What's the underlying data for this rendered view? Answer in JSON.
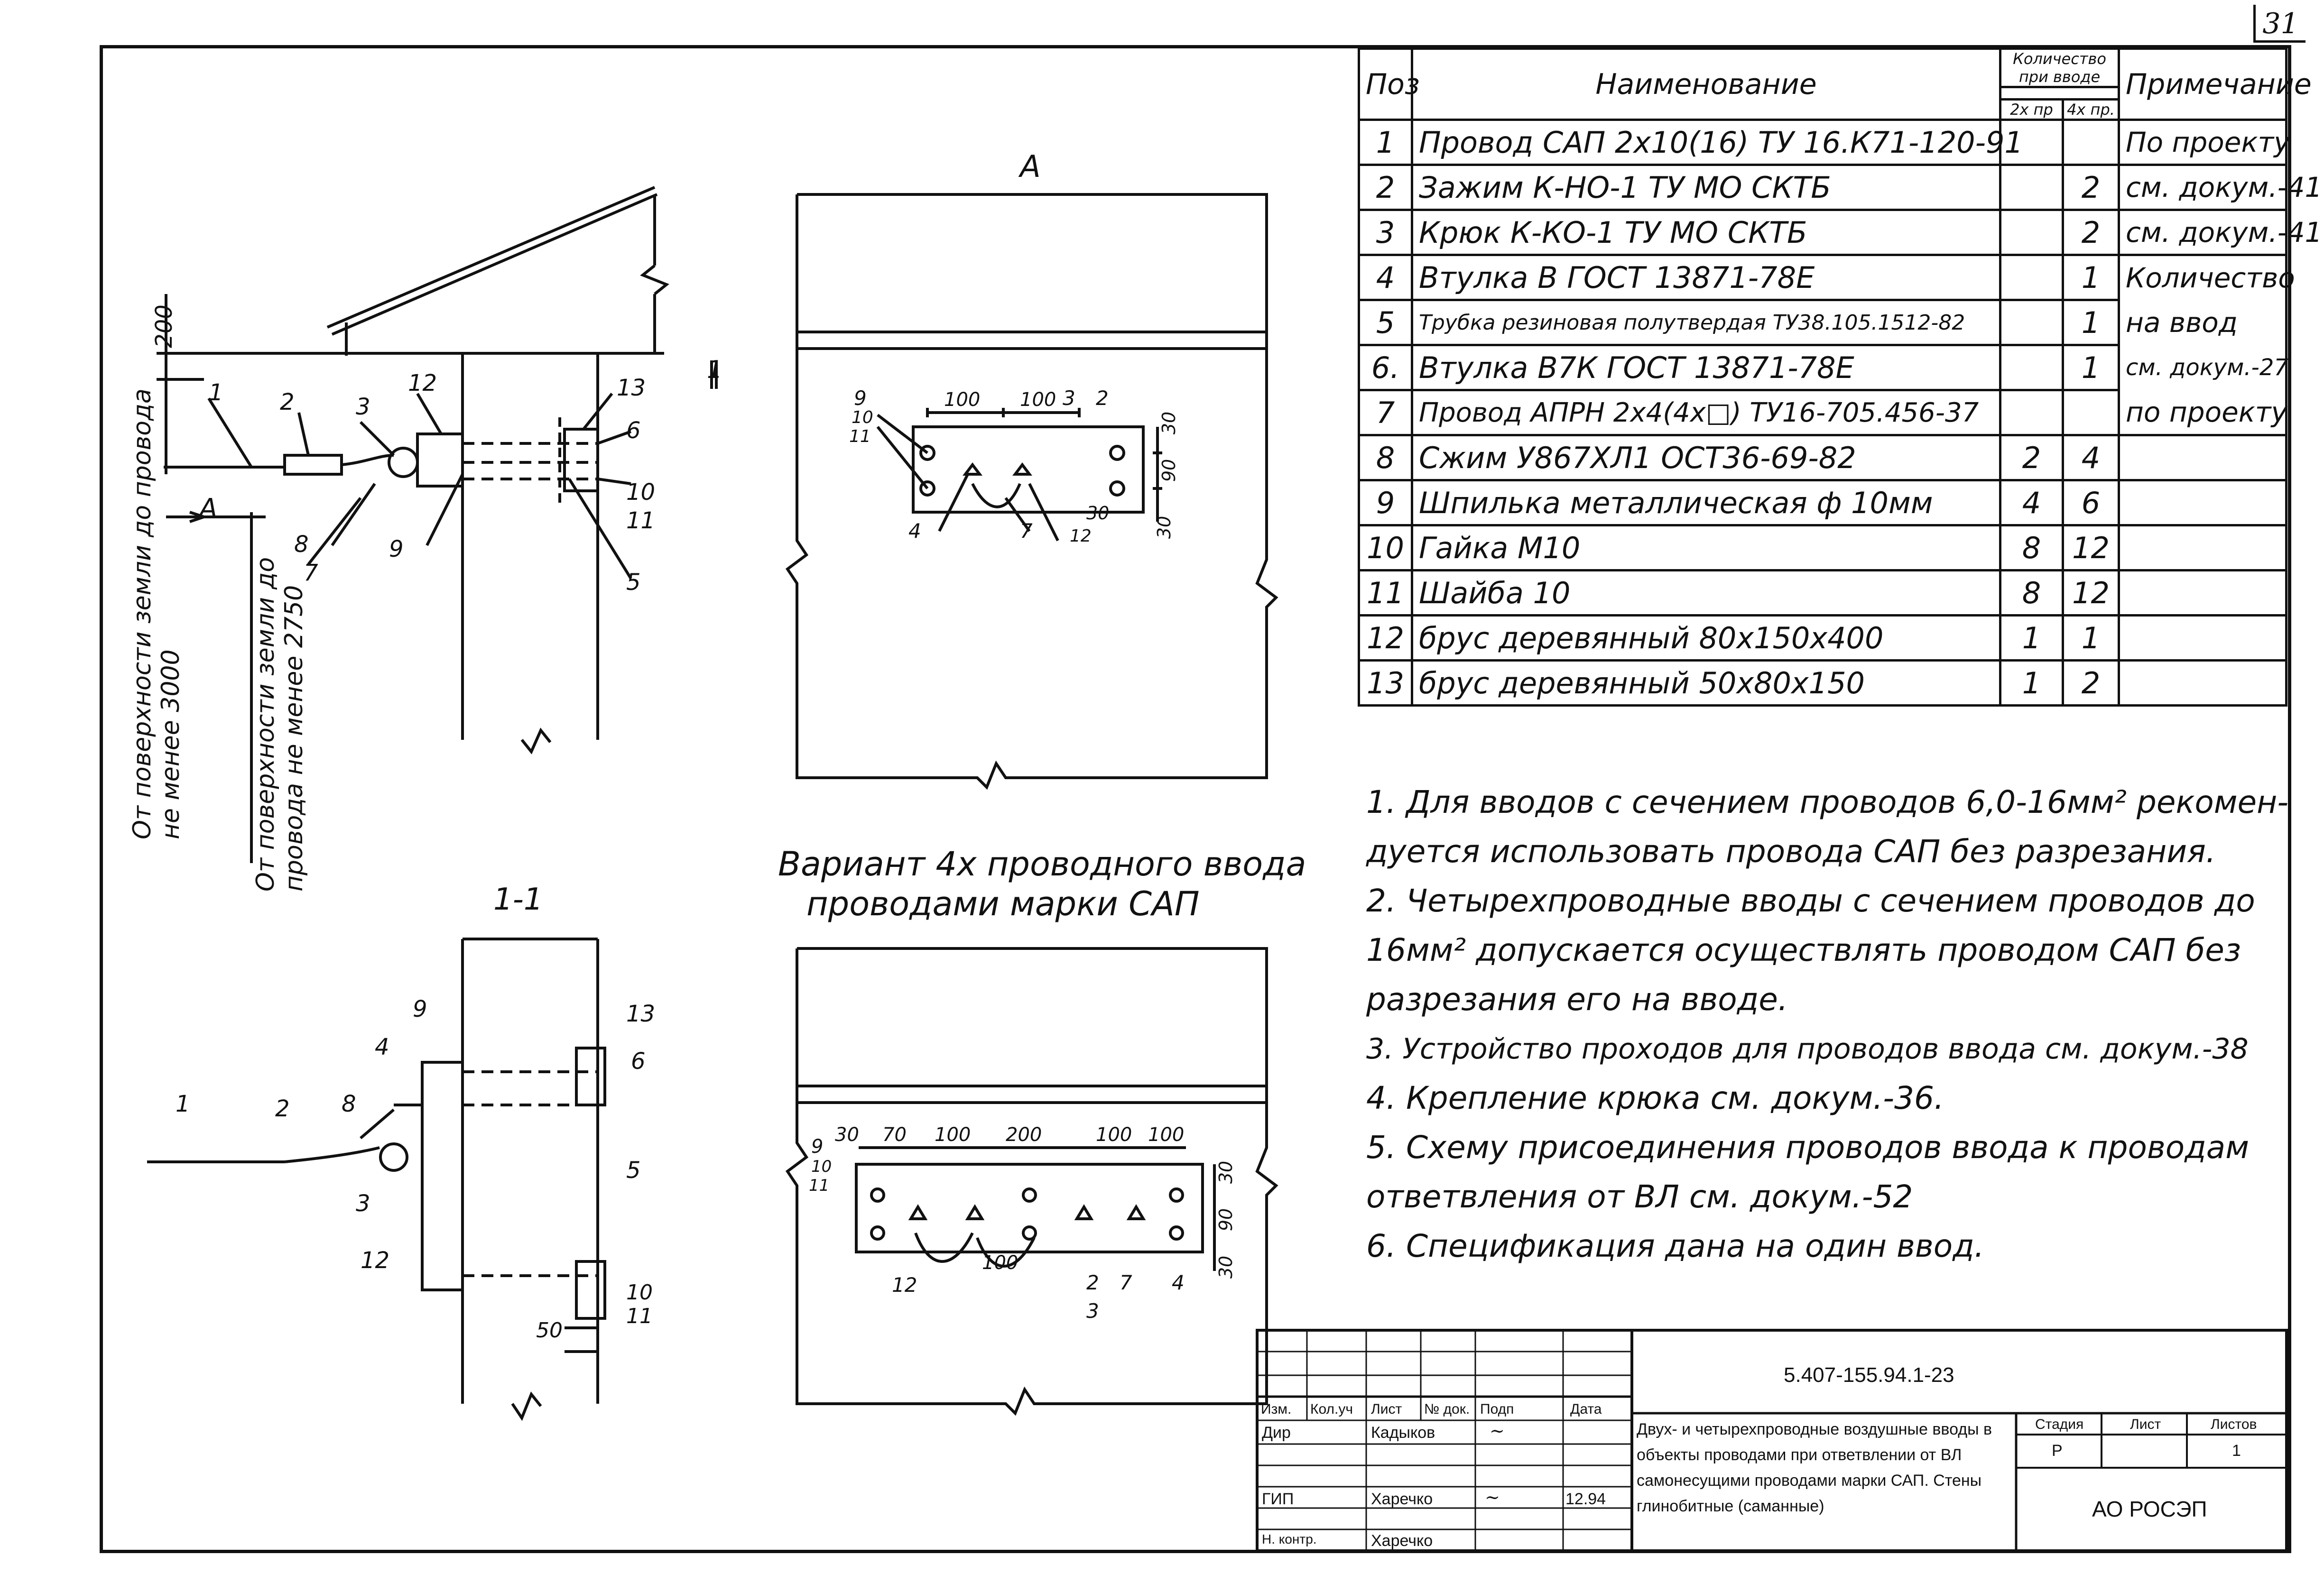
{
  "page_number": "31",
  "spec": {
    "headers": {
      "pos": "Поз",
      "name": "Наименование",
      "qty": "Количество при вводе",
      "qty_2": "2х пр",
      "qty_4": "4х пр.",
      "note": "Примечание"
    },
    "rows": [
      {
        "pos": "1",
        "name": "Провод САП 2х10(16) ТУ 16.К71-120-91",
        "q2": "",
        "q4": "",
        "note": "По проекту"
      },
      {
        "pos": "2",
        "name": "Зажим К-НО-1 ТУ МО СКТБ",
        "q2": "",
        "q4": "2",
        "note": "см. докум.-41"
      },
      {
        "pos": "3",
        "name": "Крюк К-КО-1 ТУ МО СКТБ",
        "q2": "",
        "q4": "2",
        "note": "см. докум.-41"
      },
      {
        "pos": "4",
        "name": "Втулка В ГОСТ 13871-78Е",
        "q2": "",
        "q4": "1",
        "note": "Количество"
      },
      {
        "pos": "5",
        "name": "Трубка резиновая полутвердая ТУ38.105.1512-82",
        "q2": "",
        "q4": "1",
        "note": "на ввод"
      },
      {
        "pos": "6.",
        "name": "Втулка В7К ГОСТ 13871-78Е",
        "q2": "",
        "q4": "1",
        "note": "см. докум.-27"
      },
      {
        "pos": "7",
        "name": "Провод АПРН 2х4(4х□) ТУ16-705.456-37",
        "q2": "",
        "q4": "",
        "note": "по проекту"
      },
      {
        "pos": "8",
        "name": "Сжим У867ХЛ1 ОСТ36-69-82",
        "q2": "2",
        "q4": "4",
        "note": ""
      },
      {
        "pos": "9",
        "name": "Шпилька металлическая ф 10мм",
        "q2": "4",
        "q4": "6",
        "note": ""
      },
      {
        "pos": "10",
        "name": "Гайка М10",
        "q2": "8",
        "q4": "12",
        "note": ""
      },
      {
        "pos": "11",
        "name": "Шайба 10",
        "q2": "8",
        "q4": "12",
        "note": ""
      },
      {
        "pos": "12",
        "name": "брус деревянный 80х150х400",
        "q2": "1",
        "q4": "1",
        "note": ""
      },
      {
        "pos": "13",
        "name": "брус деревянный 50х80х150",
        "q2": "1",
        "q4": "2",
        "note": ""
      }
    ]
  },
  "notes": [
    "1. Для вводов с сечением проводов 6,0-16мм² рекомен-",
    "дуется использовать провода САП без разрезания.",
    "2. Четырехпроводные вводы с сечением проводов до",
    "16мм² допускается осуществлять проводом САП без",
    "разрезания его на вводе.",
    "3. Устройство проходов для проводов ввода см. докум.-38",
    "4. Крепление крюка см. докум.-36.",
    "5. Схему присоединения проводов ввода к проводам",
    "ответвления от ВЛ см. докум.-52",
    "6. Спецификация дана на один ввод."
  ],
  "views": {
    "view_a": "А",
    "section_1_1": "1-1",
    "variant_title_1": "Вариант 4х проводного ввода",
    "variant_title_2": "проводами марки САП"
  },
  "left_drawing": {
    "dim_200": "200",
    "dim_50": "50",
    "arrow_a": "А",
    "section_mark": "1",
    "text_ground_to_wire_1": "От поверхности земли до провода",
    "text_ground_to_wire_2": "не менее 3000",
    "text_ground_to_wire_3": "не менее",
    "text_ground_to_wire2_1": "От поверхности земли до",
    "text_ground_to_wire2_2": "провода не менее 2750",
    "pos_labels": [
      "1",
      "2",
      "3",
      "12",
      "13",
      "6",
      "10",
      "11",
      "5",
      "9",
      "7",
      "8"
    ],
    "section_labels": [
      "9",
      "13",
      "6",
      "4",
      "8",
      "1",
      "2",
      "5",
      "3",
      "12",
      "10",
      "11"
    ]
  },
  "view_a_drawing": {
    "dims_top": [
      "100",
      "100"
    ],
    "dims_right": [
      "30",
      "90",
      "30"
    ],
    "dims_bottom": [
      "30"
    ],
    "labels": [
      "9",
      "10",
      "11",
      "3",
      "2",
      "4",
      "7",
      "12"
    ]
  },
  "variant_drawing": {
    "dims_top": [
      "30",
      "70",
      "100",
      "200",
      "100",
      "100"
    ],
    "dims_right": [
      "30",
      "90",
      "30"
    ],
    "dim_bottom": "100",
    "labels": [
      "9",
      "10",
      "11",
      "12",
      "2",
      "7",
      "4",
      "3"
    ]
  },
  "title_block": {
    "doc_code": "5.407-155.94.1-23",
    "col_labels": [
      "Изм.",
      "Кол.уч",
      "Лист",
      "№ док.",
      "Подп",
      "Дата"
    ],
    "roles": [
      "Дир",
      "ГИП",
      "Н. контр."
    ],
    "names": [
      "Кадыков",
      "Харечко",
      "Харечко"
    ],
    "date": "12.94",
    "title": "Двух- и четырехпроводные воздушные вводы в объекты проводами при ответвлении от ВЛ самонесущими проводами марки САП. Стены глинобитные (саманные)",
    "stage_label": "Стадия",
    "sheet_label": "Лист",
    "sheets_label": "Листов",
    "stage": "Р",
    "sheets": "1",
    "org": "АО РОСЭП"
  }
}
